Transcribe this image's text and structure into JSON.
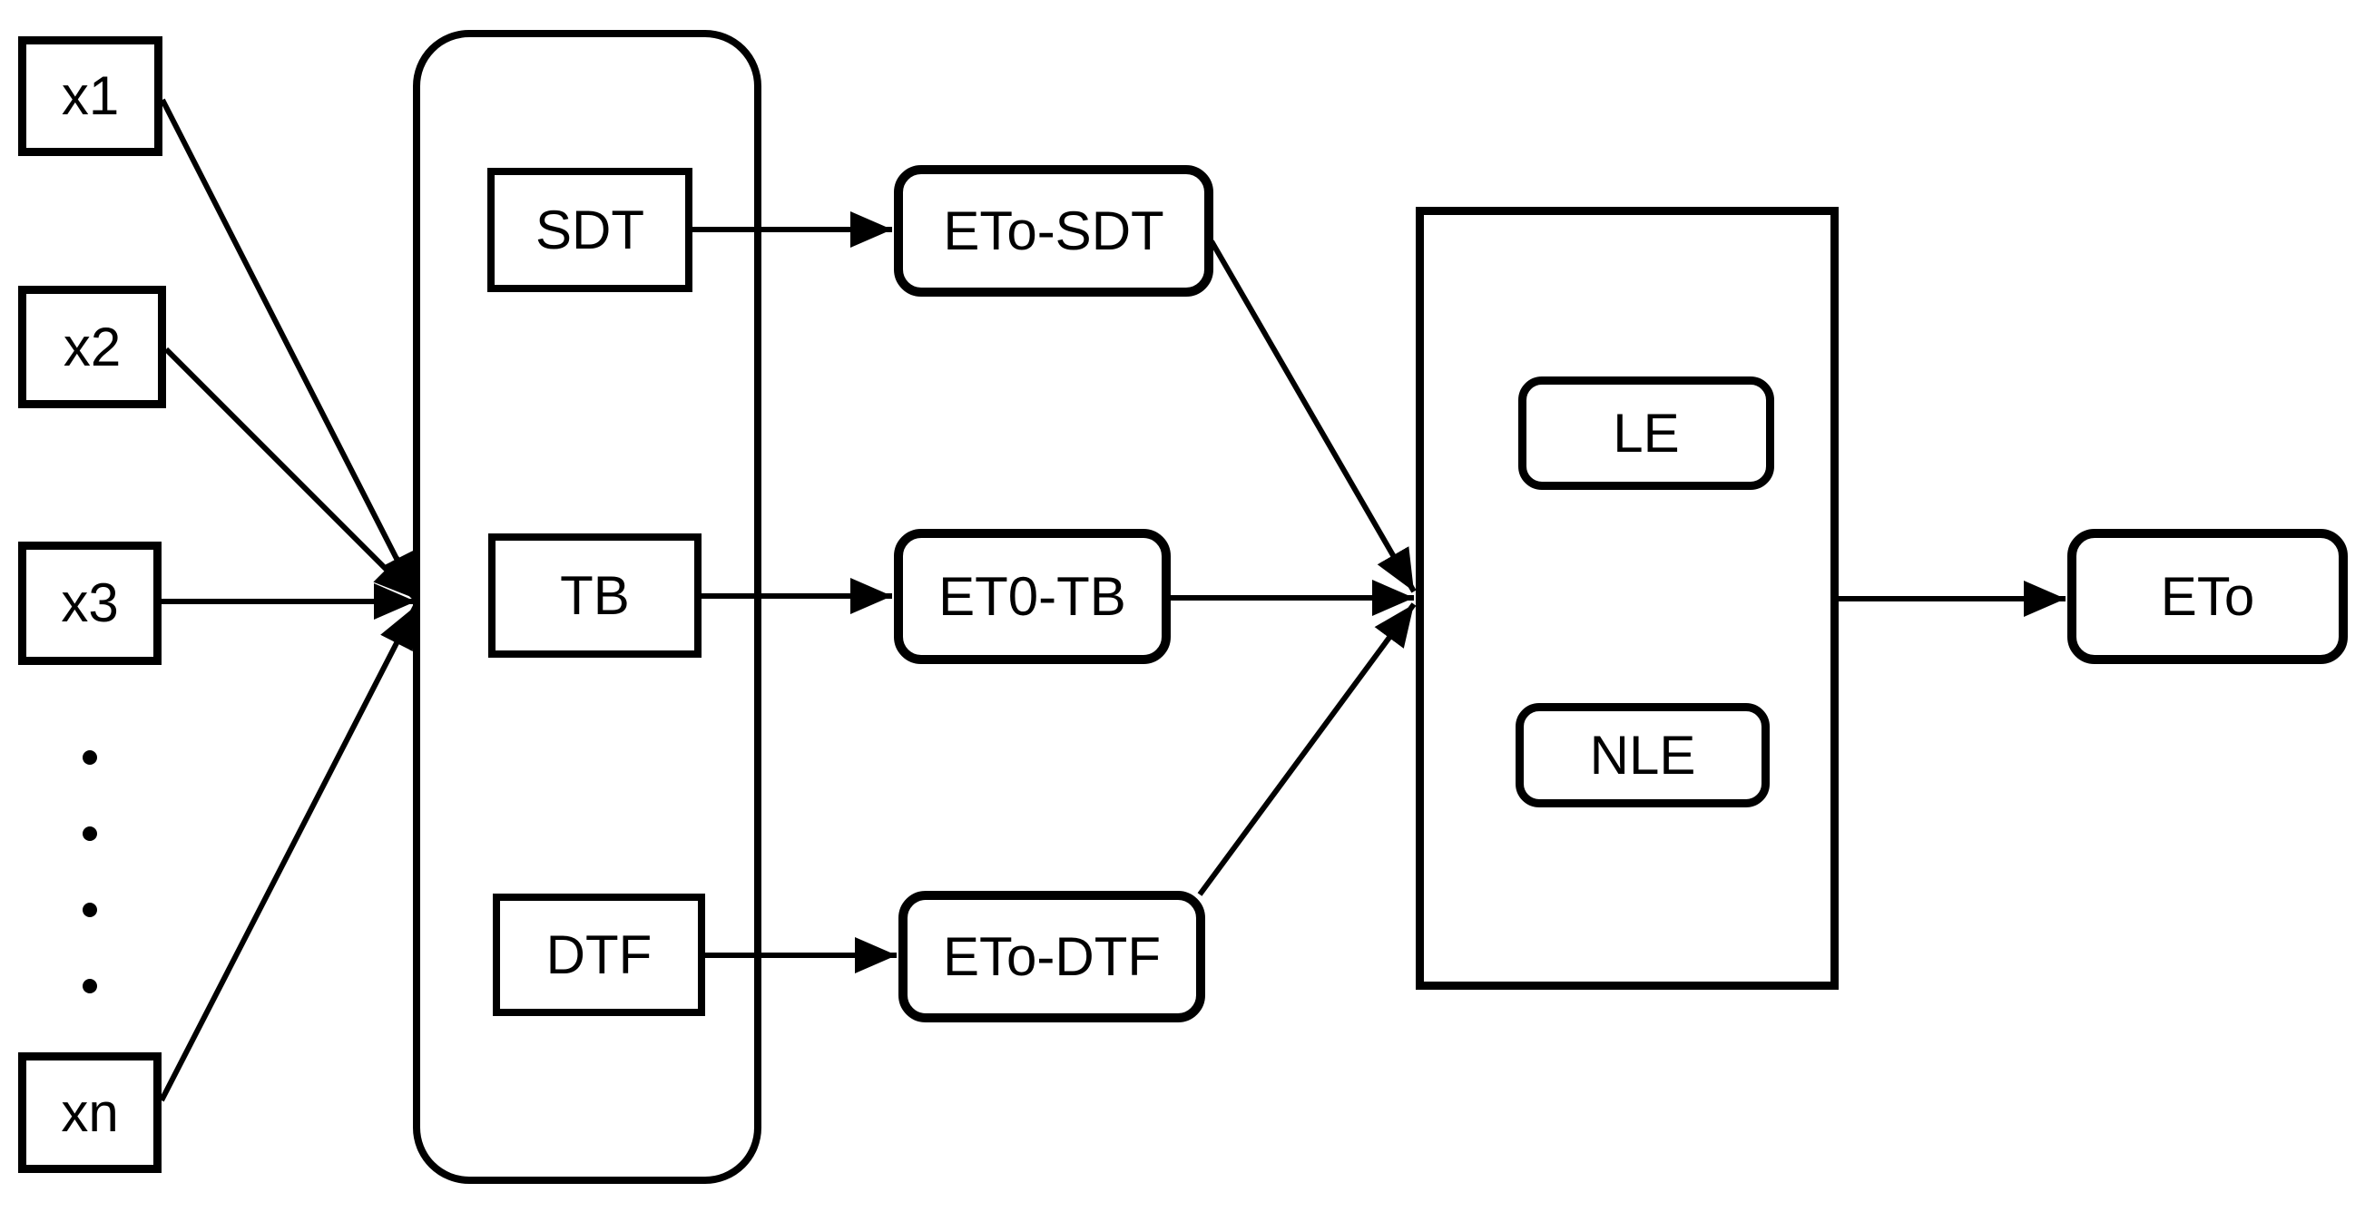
{
  "diagram": {
    "inputs": [
      {
        "label": "x1"
      },
      {
        "label": "x2"
      },
      {
        "label": "x3"
      },
      {
        "label": "xn"
      }
    ],
    "ellipsis_dots": 4,
    "models": [
      {
        "label": "SDT"
      },
      {
        "label": "TB"
      },
      {
        "label": "DTF"
      }
    ],
    "model_outputs": [
      {
        "label": "ETo-SDT"
      },
      {
        "label": "ET0-TB"
      },
      {
        "label": "ETo-DTF"
      }
    ],
    "ensemble": {
      "members": [
        {
          "label": "LE"
        },
        {
          "label": "NLE"
        }
      ]
    },
    "final_output": {
      "label": "ETo"
    },
    "colors": {
      "stroke": "#000000",
      "background": "#ffffff"
    }
  }
}
